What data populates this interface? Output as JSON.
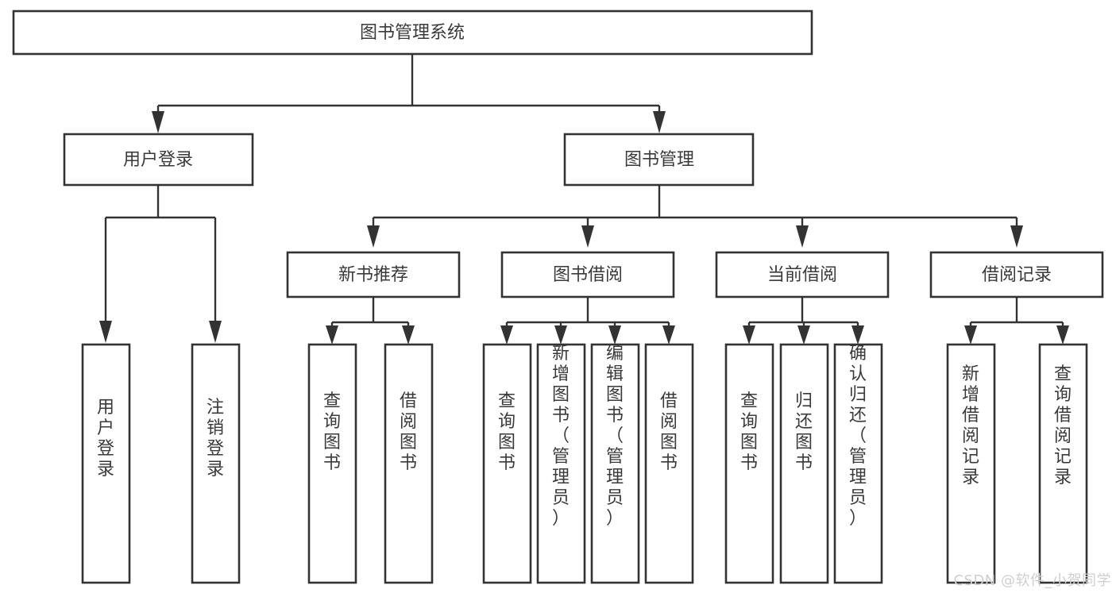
{
  "diagram": {
    "title": "图书管理系统",
    "watermark": "CSDN @软件_小贺同学",
    "colors": {
      "stroke": "#333333",
      "text": "#3a3a3a",
      "background": "#ffffff",
      "watermark": "#cfcfcf"
    },
    "levels": {
      "root": {
        "label": "图书管理系统"
      },
      "level2": [
        {
          "label": "用户登录"
        },
        {
          "label": "图书管理"
        }
      ],
      "level3": [
        {
          "label": "新书推荐"
        },
        {
          "label": "图书借阅"
        },
        {
          "label": "当前借阅"
        },
        {
          "label": "借阅记录"
        }
      ],
      "leaves": {
        "user_login": [
          {
            "label": "用户登录"
          },
          {
            "label": "注销登录"
          }
        ],
        "new_book_recommend": [
          {
            "label": "查询图书"
          },
          {
            "label": "借阅图书"
          }
        ],
        "book_borrow": [
          {
            "label": "查询图书"
          },
          {
            "label": "新增图书（管理员）"
          },
          {
            "label": "编辑图书（管理员）"
          },
          {
            "label": "借阅图书"
          }
        ],
        "current_borrow": [
          {
            "label": "查询图书"
          },
          {
            "label": "归还图书"
          },
          {
            "label": "确认归还（管理员）"
          }
        ],
        "borrow_records": [
          {
            "label": "新增借阅记录"
          },
          {
            "label": "查询借阅记录"
          }
        ]
      }
    }
  }
}
